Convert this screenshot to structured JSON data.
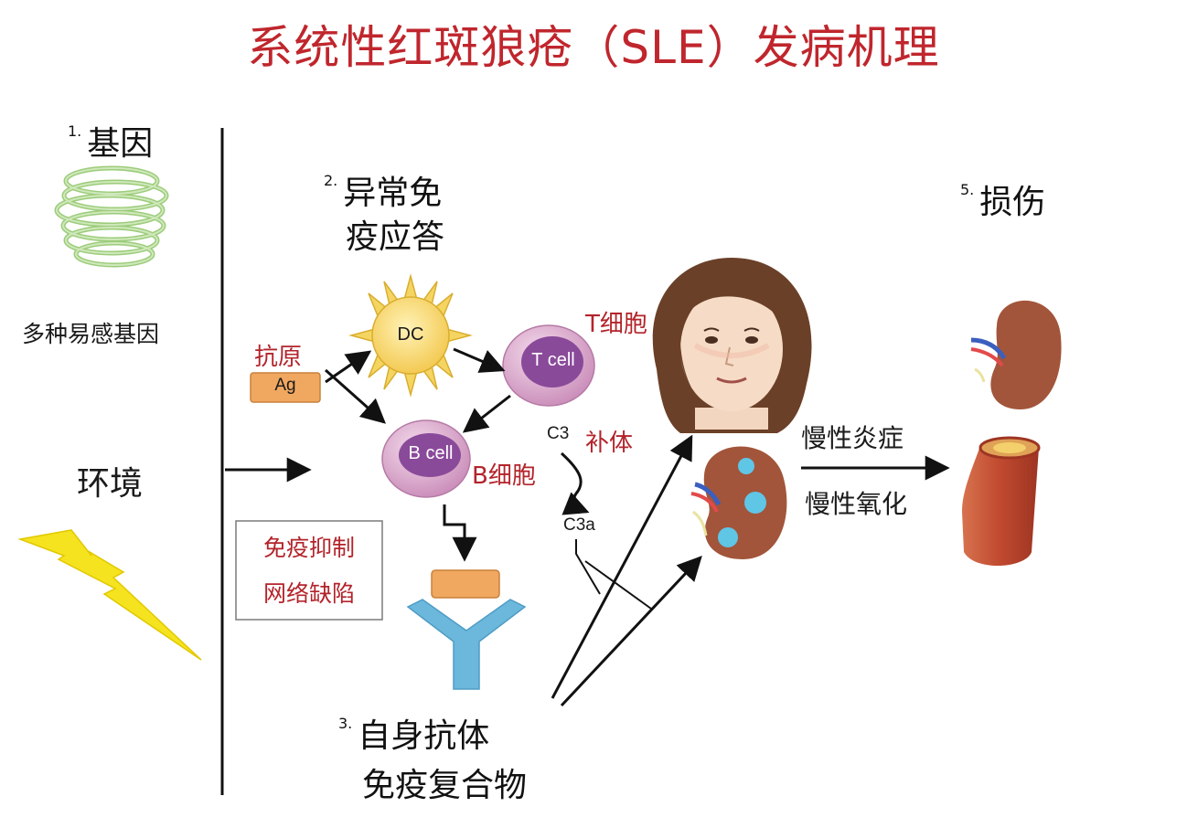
{
  "title": "系统性红斑狼疮（SLE）发病机理",
  "steps": {
    "genes": {
      "number": "1.",
      "label": "基因",
      "caption": "多种易感基因"
    },
    "immune": {
      "number": "2.",
      "label_line1": "异常免",
      "label_line2": "疫应答"
    },
    "autoantibody": {
      "number": "3.",
      "label_line1": "自身抗体",
      "label_line2": "免疫复合物"
    },
    "damage": {
      "number": "5.",
      "label": "损伤"
    }
  },
  "environment": "环境",
  "antigen": {
    "label": "抗原",
    "tag": "Ag"
  },
  "cells": {
    "dc": "DC",
    "tcell": "T cell",
    "tcell_label": "T细胞",
    "bcell": "B cell",
    "bcell_label": "B细胞"
  },
  "complement": {
    "c3": "C3",
    "c3a": "C3a",
    "label": "补体"
  },
  "suppression_box": {
    "line1": "免疫抑制",
    "line2": "网络缺陷"
  },
  "outcomes": {
    "line1": "慢性炎症",
    "line2": "慢性氧化"
  },
  "colors": {
    "title": "#c0262d",
    "label_red": "#b3242b",
    "cell_pink": "#d9a3c9",
    "cell_core": "#8a4a9a",
    "dc_yellow": "#f7d66a",
    "antigen_orange": "#f0a860",
    "antibody_blue": "#6cb8dc",
    "dna_green": "#9ccc7a",
    "kidney_brown": "#a2553a",
    "vessel_red": "#c8543a",
    "lightning": "#f5e31f"
  }
}
